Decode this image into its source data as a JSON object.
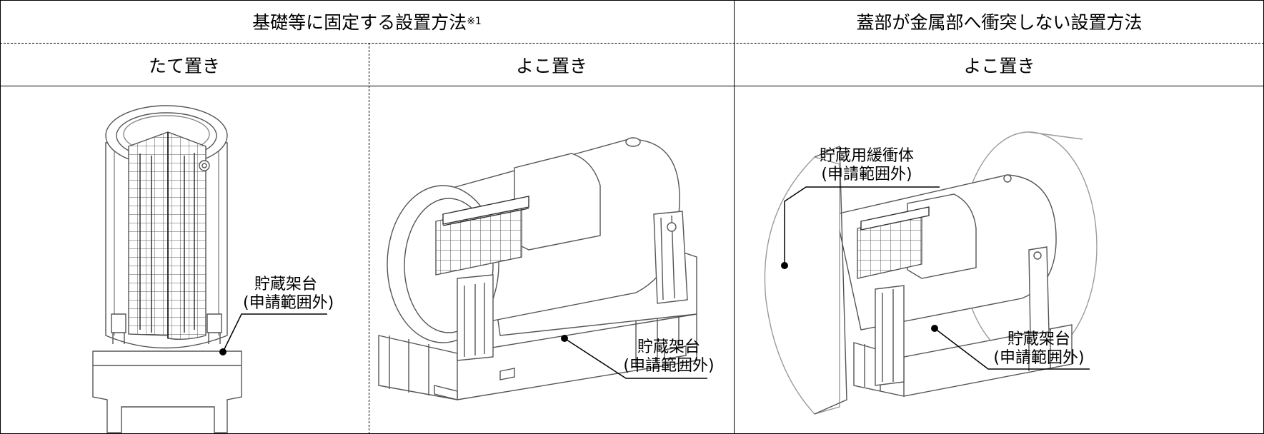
{
  "headers": {
    "group_fixed": "基礎等に固定する設置方法",
    "group_fixed_note": "※1",
    "group_no_collision": "蓋部が金属部へ衝突しない設置方法",
    "vertical": "たて置き",
    "horizontal_fixed": "よこ置き",
    "horizontal_free": "よこ置き"
  },
  "labels": {
    "vertical_stand_1": "貯蔵架台",
    "vertical_stand_2": "(申請範囲外)",
    "horizontal_stand_1": "貯蔵架台",
    "horizontal_stand_2": "(申請範囲外)",
    "buffer_1": "貯蔵用緩衝体",
    "buffer_2": "(申請範囲外)",
    "free_stand_1": "貯蔵架台",
    "free_stand_2": "(申請範囲外)"
  },
  "colors": {
    "line": "#000000",
    "drawing": "#555555",
    "drawing_light": "#9a9a9a",
    "fill": "#ffffff"
  }
}
